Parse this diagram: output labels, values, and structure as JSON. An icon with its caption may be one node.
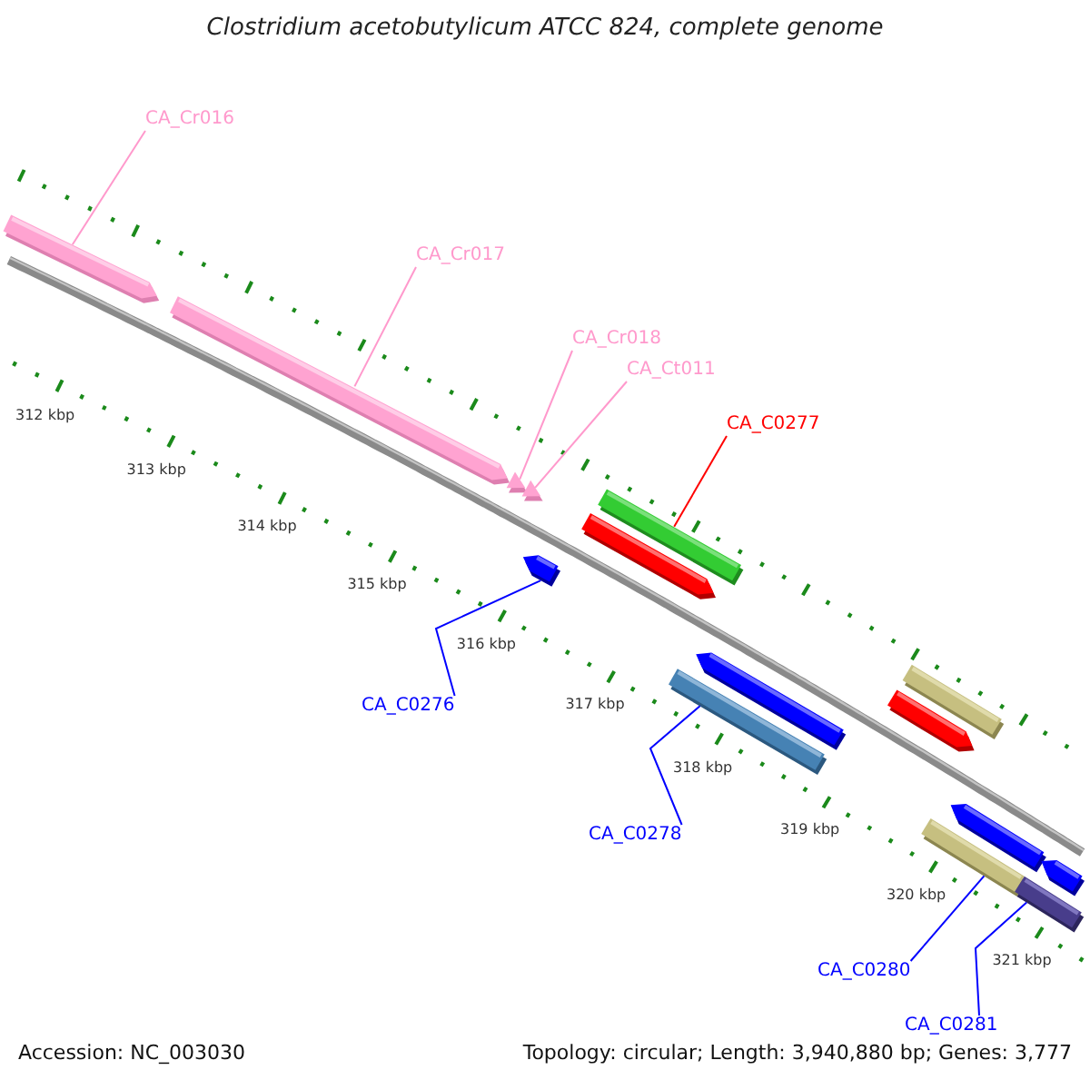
{
  "diagram": {
    "title": "Clostridium acetobutylicum ATCC 824, complete genome",
    "nodes": [
      {
        "text": [
          "CA_Cr016"
        ]
      },
      {
        "text": [],
        "shape": "pentagon"
      },
      {
        "text": [
          "CA_Cr017"
        ]
      },
      {
        "text": [],
        "shape": "pentagon"
      },
      {
        "text": [
          "CA_Cr018"
        ]
      },
      {
        "text": [],
        "shape": "triangle"
      },
      {
        "text": [
          "CA_Ct011"
        ]
      },
      {
        "text": [],
        "shape": "triangle"
      },
      {
        "text": [
          "CA_C0277"
        ]
      },
      {
        "text": [],
        "shape": "bar"
      },
      {
        "text": [],
        "shape": "pentagon"
      },
      {
        "text": [],
        "shape": "pentagon"
      },
      {
        "text": [
          "CA_C0276"
        ]
      },
      {
        "text": [],
        "shape": "pentagon"
      },
      {
        "text": [],
        "shape": "bar"
      },
      {
        "text": [
          "CA_C0278"
        ]
      },
      {
        "text": [],
        "shape": "bar"
      },
      {
        "text": [],
        "shape": "pentagon"
      },
      {
        "text": [],
        "shape": "pentagon"
      },
      {
        "text": [],
        "shape": "bar"
      },
      {
        "text": [],
        "shape": "pentagon"
      },
      {
        "text": [],
        "shape": "bar"
      },
      {
        "text": [
          "CA_C0280"
        ]
      },
      {
        "text": [
          "CA_C0281"
        ]
      }
    ],
    "edges": [
      {
        "from": 0,
        "to": 1,
        "arrow": "none",
        "color": "#ff99cc"
      },
      {
        "from": 2,
        "to": 3,
        "arrow": "none",
        "color": "#ff99cc"
      },
      {
        "from": 4,
        "to": 5,
        "arrow": "none",
        "color": "#ff99cc"
      },
      {
        "from": 6,
        "to": 7,
        "arrow": "none",
        "color": "#ff99cc"
      },
      {
        "from": 8,
        "to": 9,
        "arrow": "none",
        "color": "#ff0000"
      },
      {
        "from": 12,
        "to": 11,
        "arrow": "none",
        "color": "#0000ff"
      },
      {
        "from": 15,
        "to": 14,
        "arrow": "none",
        "color": "#0000ff"
      },
      {
        "from": 22,
        "to": 19,
        "arrow": "none",
        "color": "#0000ff"
      },
      {
        "from": 23,
        "to": 21,
        "arrow": "none",
        "color": "#0000ff"
      }
    ],
    "labels": [
      "312 kbp",
      "313 kbp",
      "314 kbp",
      "315 kbp",
      "316 kbp",
      "317 kbp",
      "318 kbp",
      "319 kbp",
      "320 kbp",
      "321 kbp",
      "Accession: NC_003030",
      "Topology: circular; Length: 3,940,880 bp; Genes: 3,777"
    ]
  }
}
